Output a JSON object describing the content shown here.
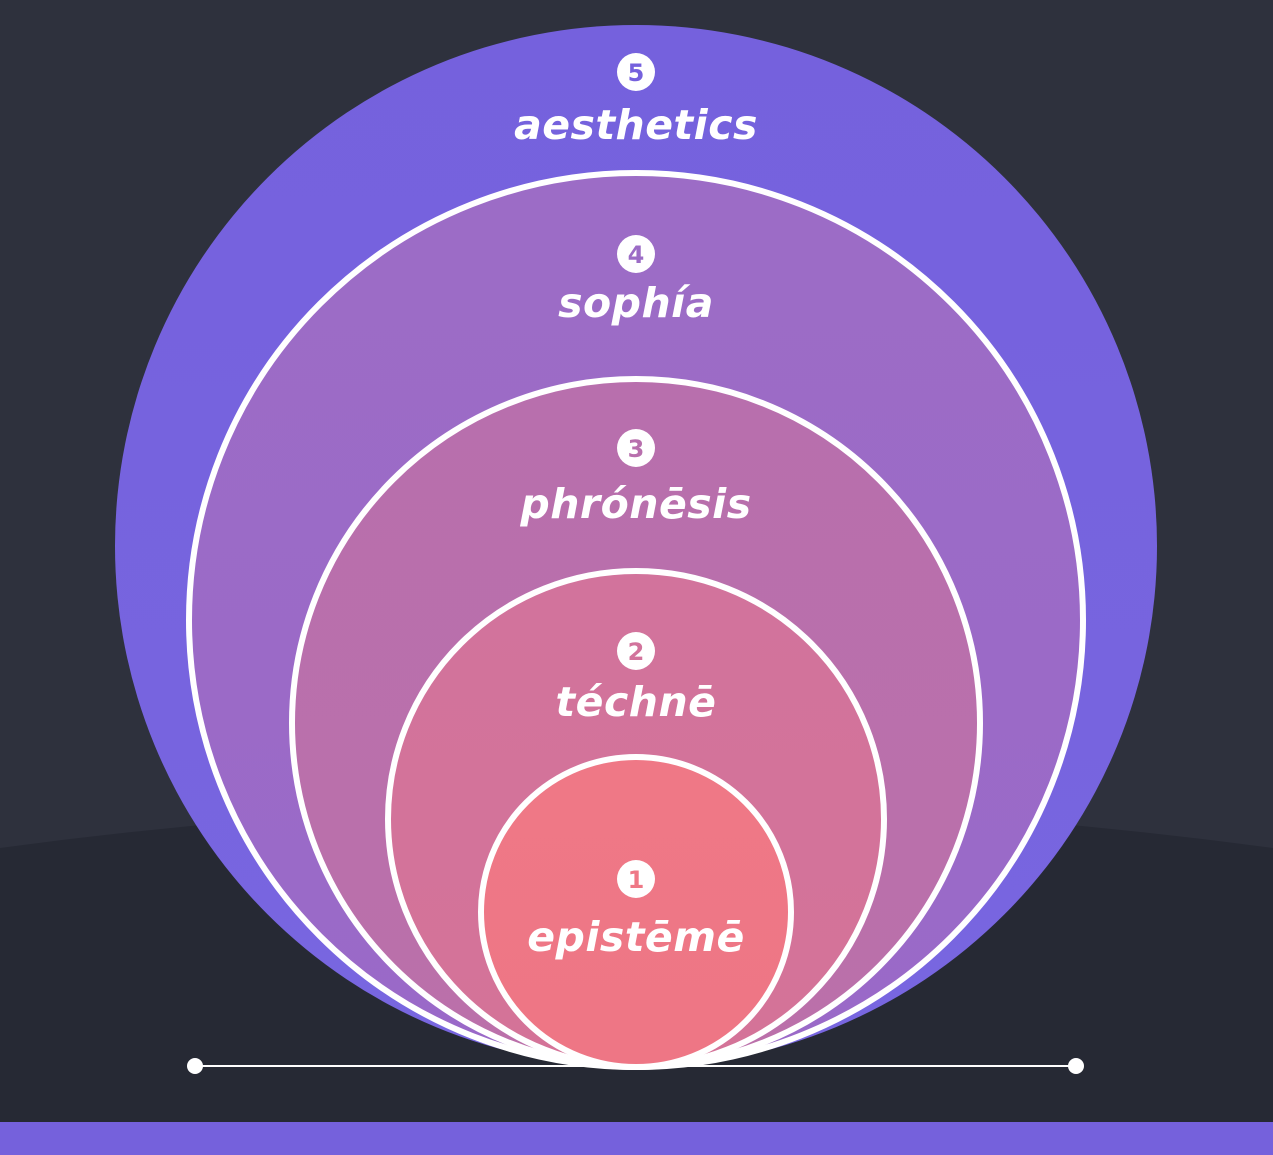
{
  "diagram": {
    "colors": {
      "background_top": "#2e313d",
      "background_ground": "#262934",
      "bottom_band": "#7561dc",
      "ring_stroke": "#ffffff",
      "badge_fill": "#ffffff"
    },
    "levels": [
      {
        "number": "5",
        "label": "aesthetics",
        "color_top": "#7561dd",
        "color_bottom": "#7866e0"
      },
      {
        "number": "4",
        "label": "sophía",
        "color_top": "#9c6cc6",
        "color_bottom": "#9a69c8"
      },
      {
        "number": "3",
        "label": "phrónēsis",
        "color_top": "#b86fad",
        "color_bottom": "#bb70aa"
      },
      {
        "number": "2",
        "label": "téchnē",
        "color_top": "#d2739c",
        "color_bottom": "#d47398"
      },
      {
        "number": "1",
        "label": "epistēmē",
        "color_top": "#ef7886",
        "color_bottom": "#ee7685"
      }
    ]
  }
}
